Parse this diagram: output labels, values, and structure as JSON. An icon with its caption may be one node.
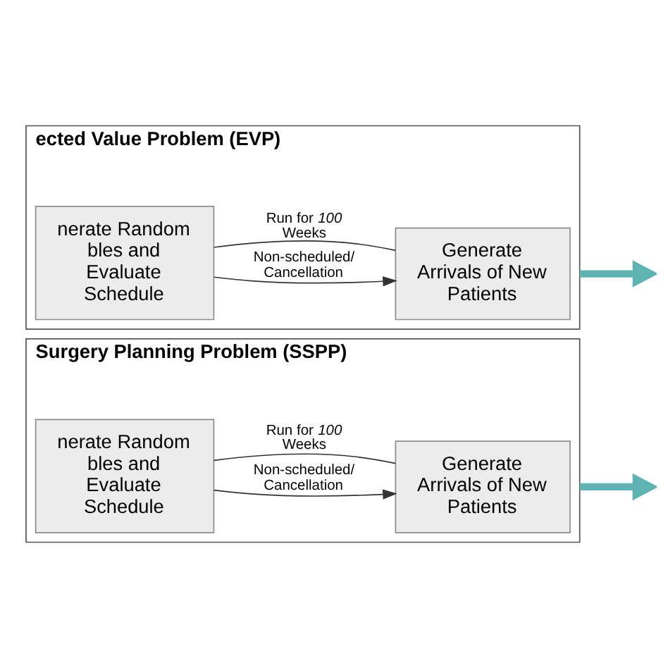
{
  "diagram": {
    "nodes": [
      {
        "text": [
          "Surgery Planning Problem (SSPP)"
        ]
      },
      {
        "text": [
          "nerate Random bles and Evaluate Schedule"
        ],
        "in": 0
      },
      {
        "text": [
          "Generate Arrivals of New Patients"
        ],
        "in": 0
      },
      {
        "text": [
          "ected Value Problem (EVP)"
        ]
      },
      {
        "text": [
          "nerate Random bles and Evaluate Schedule"
        ],
        "in": 3
      },
      {
        "text": [
          "Generate Arrivals of New Patients"
        ],
        "in": 3
      }
    ],
    "edges": [
      {
        "from": 1,
        "to": 2,
        "arrow": "to",
        "label": "Non-scheduled/ Cancellation"
      },
      {
        "from": 2,
        "to": 1,
        "arrow": "none",
        "label": "Run for *100* Weeks"
      },
      {
        "from": 0,
        "to": null,
        "arrow": "to",
        "style": "thick",
        "color": "#5fb3b3"
      },
      {
        "from": 4,
        "to": 5,
        "arrow": "to",
        "label": "Non-scheduled/ Cancellation"
      },
      {
        "from": 5,
        "to": 4,
        "arrow": "none",
        "label": "Run for *100* Weeks"
      },
      {
        "from": 3,
        "to": null,
        "arrow": "to",
        "style": "thick",
        "color": "#5fb3b3"
      }
    ]
  }
}
